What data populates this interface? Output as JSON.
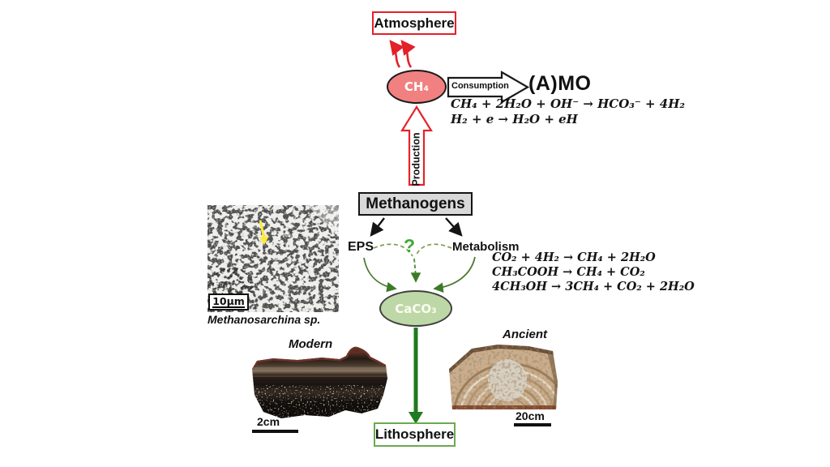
{
  "title": "Methanogen carbon cycle diagram",
  "nodes": {
    "atmosphere": {
      "label": "Atmosphere"
    },
    "ch4": {
      "label": "CH₄"
    },
    "methanogens": {
      "label": "Methanogens"
    },
    "caco3": {
      "label": "CaCO₃"
    },
    "lithosphere": {
      "label": "Lithosphere"
    }
  },
  "flow": {
    "consumption_label": "Consumption",
    "production_label": "Production",
    "amo_label": "(A)MO"
  },
  "branch": {
    "eps": "EPS",
    "question": "?",
    "metabolism": "Metabolism"
  },
  "equations": {
    "consumption": [
      "CH₄ + 2H₂O + OH⁻ → HCO₃⁻ + 4H₂",
      "H₂ + e → H₂O + eH"
    ],
    "metabolism": [
      "CO₂ + 4H₂ → CH₄ + 2H₂O",
      "CH₃COOH → CH₄ + CO₂",
      "4CH₃OH → 3CH₄ + CO₂ + 2H₂O"
    ]
  },
  "figures": {
    "sem": {
      "scale_label": "10μm",
      "caption": "Methanosarchina sp."
    },
    "modern": {
      "label": "Modern",
      "scale_label": "2cm"
    },
    "ancient": {
      "label": "Ancient",
      "scale_label": "20cm"
    }
  },
  "colors": {
    "red": "#e32128",
    "ch4_fill": "#f18080",
    "caco3_fill": "#bdd8a6",
    "methanogens_fill": "#d9d9d9",
    "olive_dashed": "#7d9c55",
    "green_solid": "#4e7b33",
    "question_green": "#3faa35",
    "lithosphere_green": "#6aaa50",
    "deep_green_arrow": "#1e7b1e",
    "yellow_arrow": "#ffe93a"
  }
}
